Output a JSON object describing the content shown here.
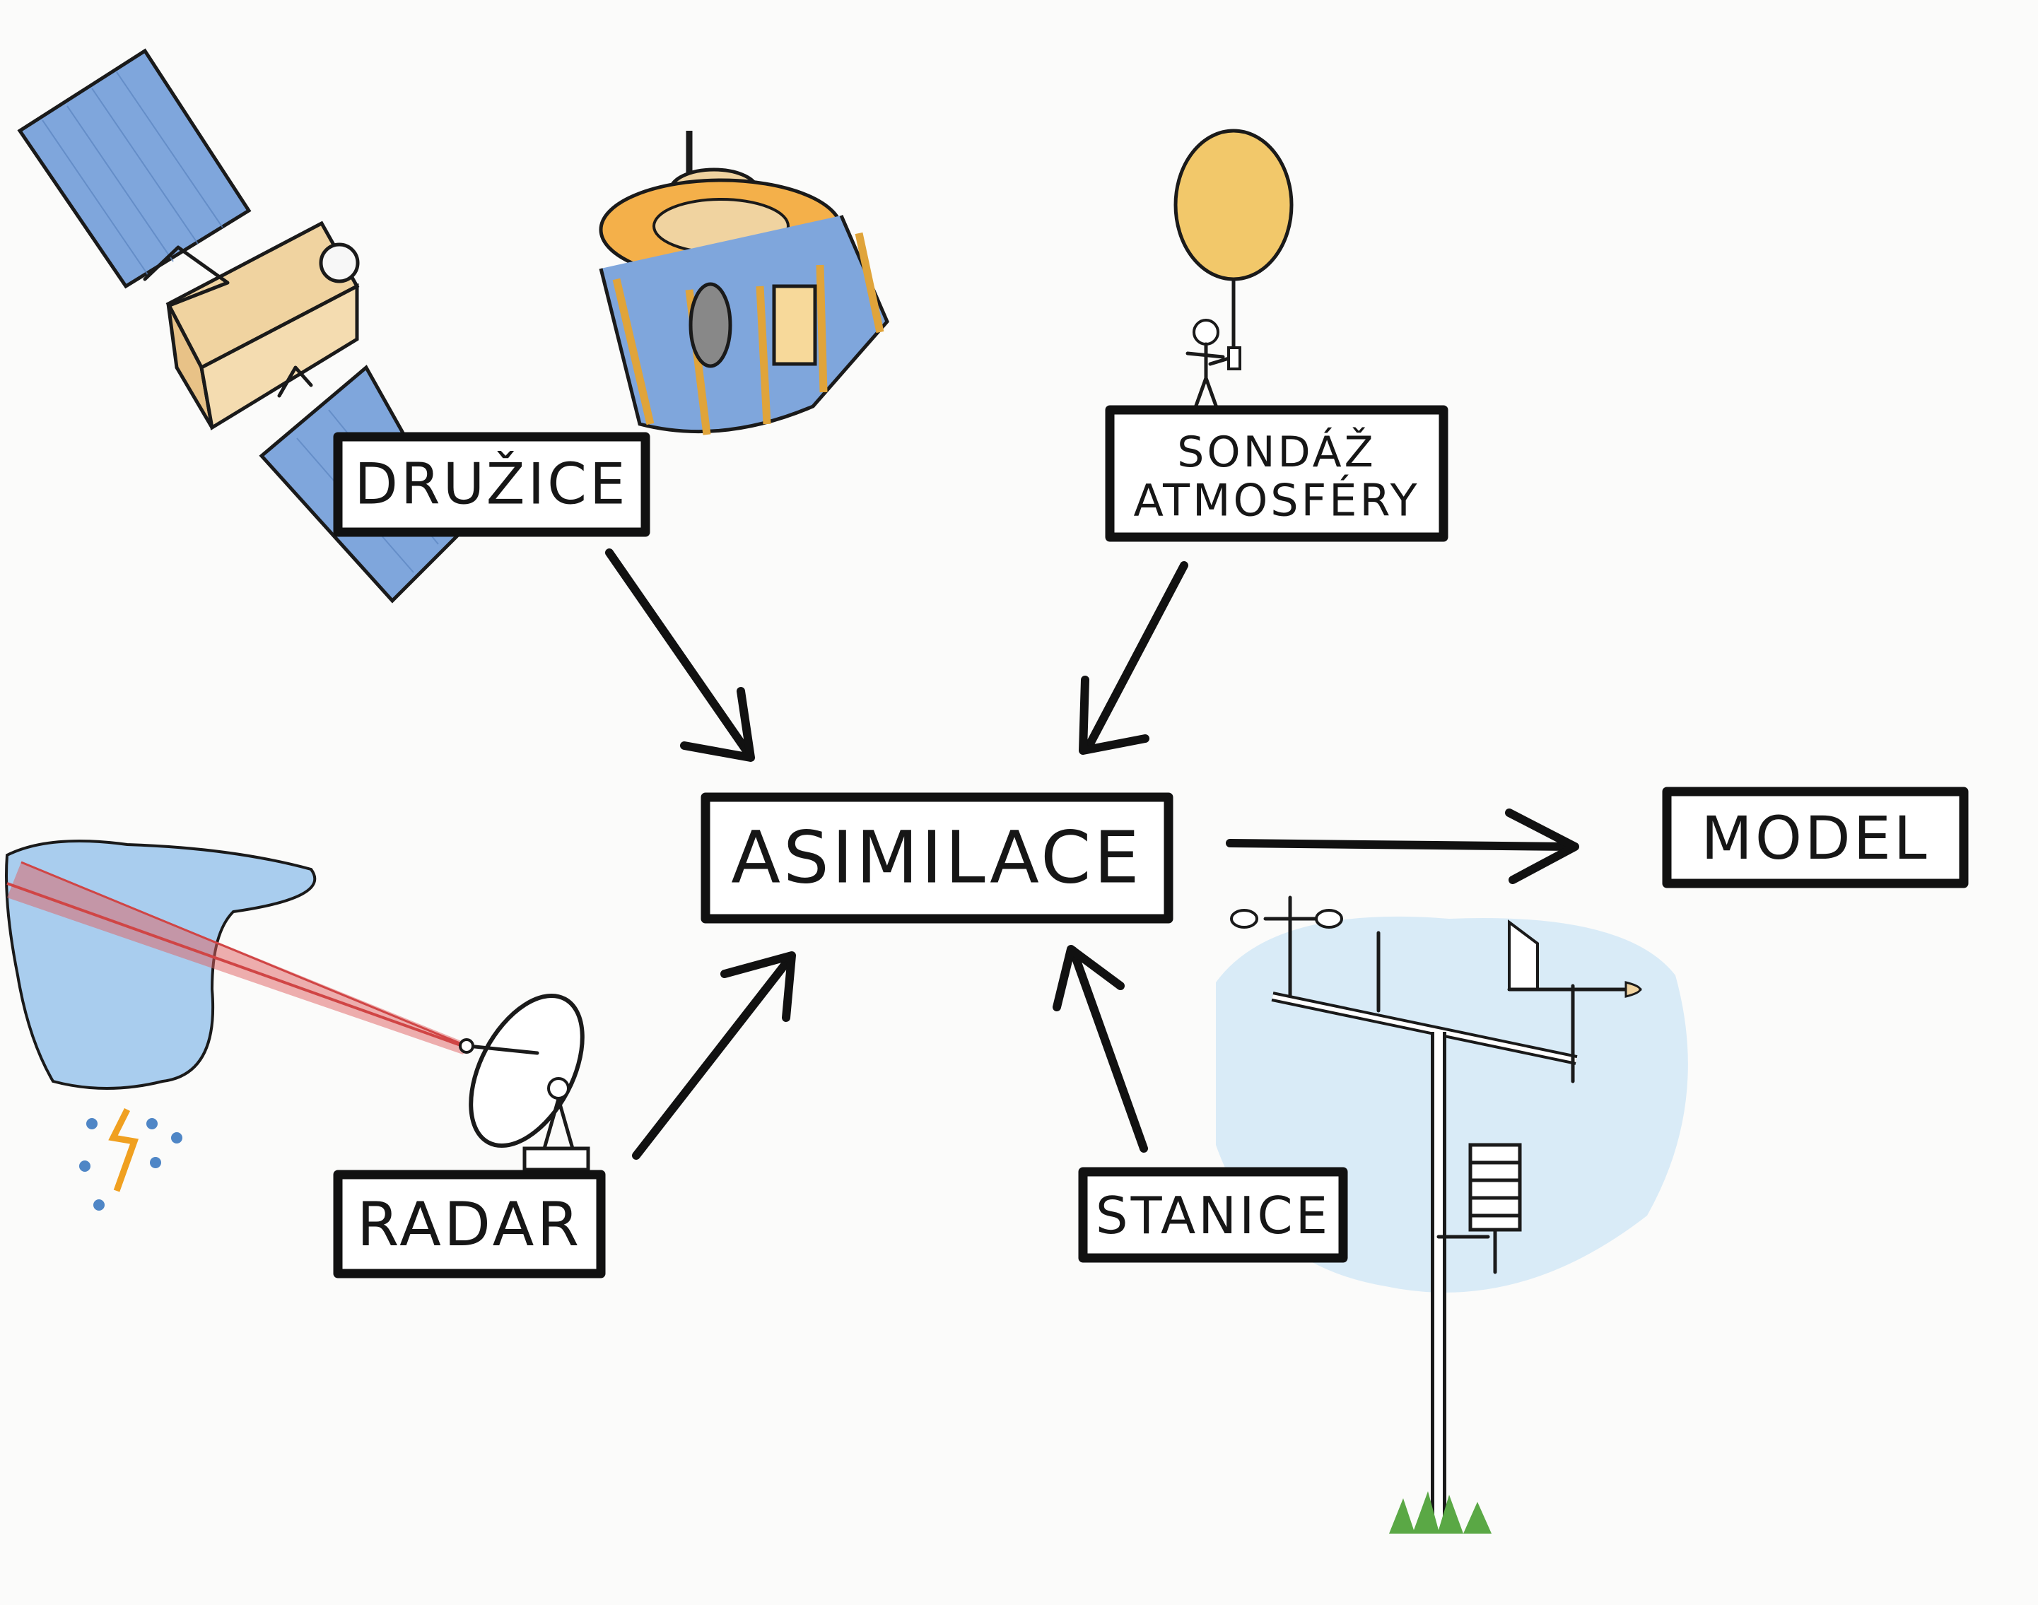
{
  "nodes": {
    "druzice": "DRUŽICE",
    "sonda_line1": "SONDÁŽ",
    "sonda_line2": "ATMOSFÉRY",
    "asimilace": "ASIMILACE",
    "model": "MODEL",
    "radar": "RADAR",
    "stanice": "STANICE"
  },
  "colors": {
    "ink": "#111111",
    "satellite_blue": "#7fa6dc",
    "satellite_body": "#f0d3a0",
    "balloon": "#f2c86a",
    "cloud": "#a9cdee",
    "radar_beam": "#e06060",
    "lightning": "#f0a020",
    "grass": "#5aa845",
    "station_sky": "#d5e9f6"
  }
}
